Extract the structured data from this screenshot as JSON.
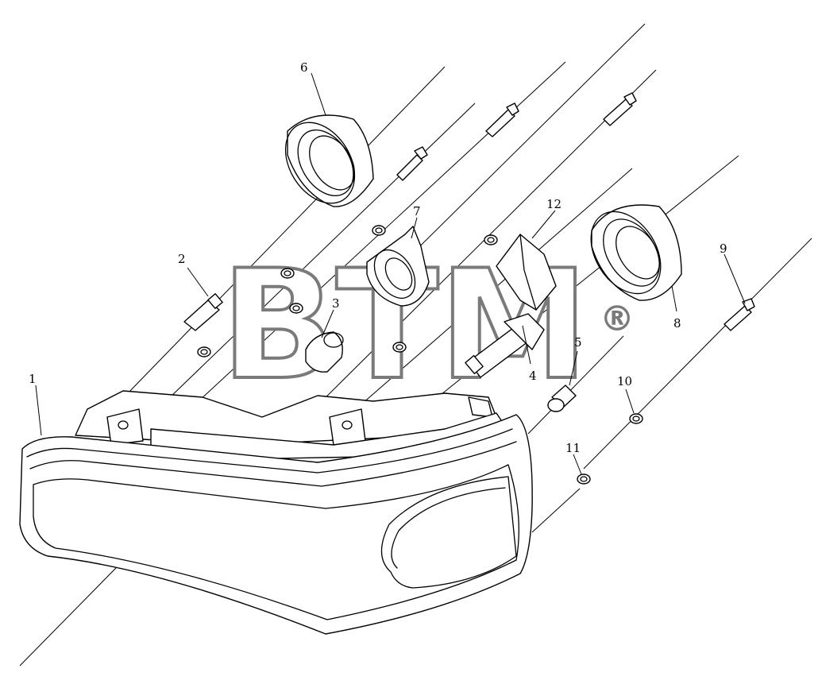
{
  "watermark": {
    "text": "BTM",
    "registered_mark": "®"
  },
  "callouts": [
    {
      "id": "1",
      "label": "1"
    },
    {
      "id": "2",
      "label": "2"
    },
    {
      "id": "3",
      "label": "3"
    },
    {
      "id": "4",
      "label": "4"
    },
    {
      "id": "5",
      "label": "5"
    },
    {
      "id": "6",
      "label": "6"
    },
    {
      "id": "7",
      "label": "7"
    },
    {
      "id": "8",
      "label": "8"
    },
    {
      "id": "9",
      "label": "9"
    },
    {
      "id": "10",
      "label": "10"
    },
    {
      "id": "11",
      "label": "11"
    },
    {
      "id": "12",
      "label": "12"
    }
  ]
}
